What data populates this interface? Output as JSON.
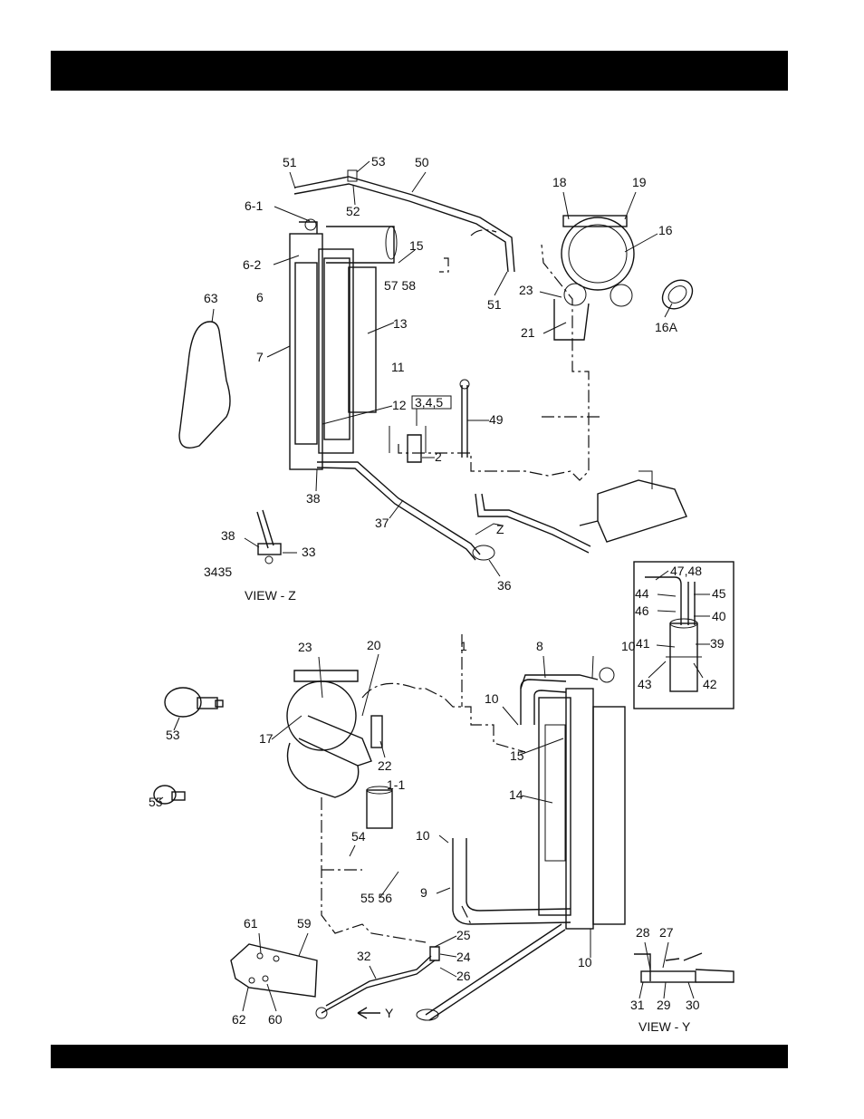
{
  "views": {
    "view_z": "VIEW - Z",
    "view_y": "VIEW - Y",
    "arrow_z": "Z",
    "arrow_y": "Y",
    "bracket_label": "3,4,5"
  },
  "callouts": [
    "51",
    "53",
    "50",
    "52",
    "6-1",
    "6-2",
    "15",
    "57 58",
    "6",
    "7",
    "11",
    "13",
    "12",
    "2",
    "63",
    "49",
    "18",
    "19",
    "16",
    "23",
    "21",
    "16A",
    "51",
    "38",
    "37",
    "36",
    "38",
    "33",
    "3435",
    "47,48",
    "44",
    "45",
    "46",
    "40",
    "41",
    "39",
    "43",
    "42",
    "23",
    "20",
    "1",
    "8",
    "10",
    "10",
    "53",
    "17",
    "22",
    "15",
    "14",
    "55",
    "1-1",
    "54",
    "10",
    "55 56",
    "9",
    "61",
    "59",
    "25",
    "24",
    "26",
    "32",
    "10",
    "28",
    "27",
    "62",
    "60",
    "31",
    "29",
    "30"
  ]
}
